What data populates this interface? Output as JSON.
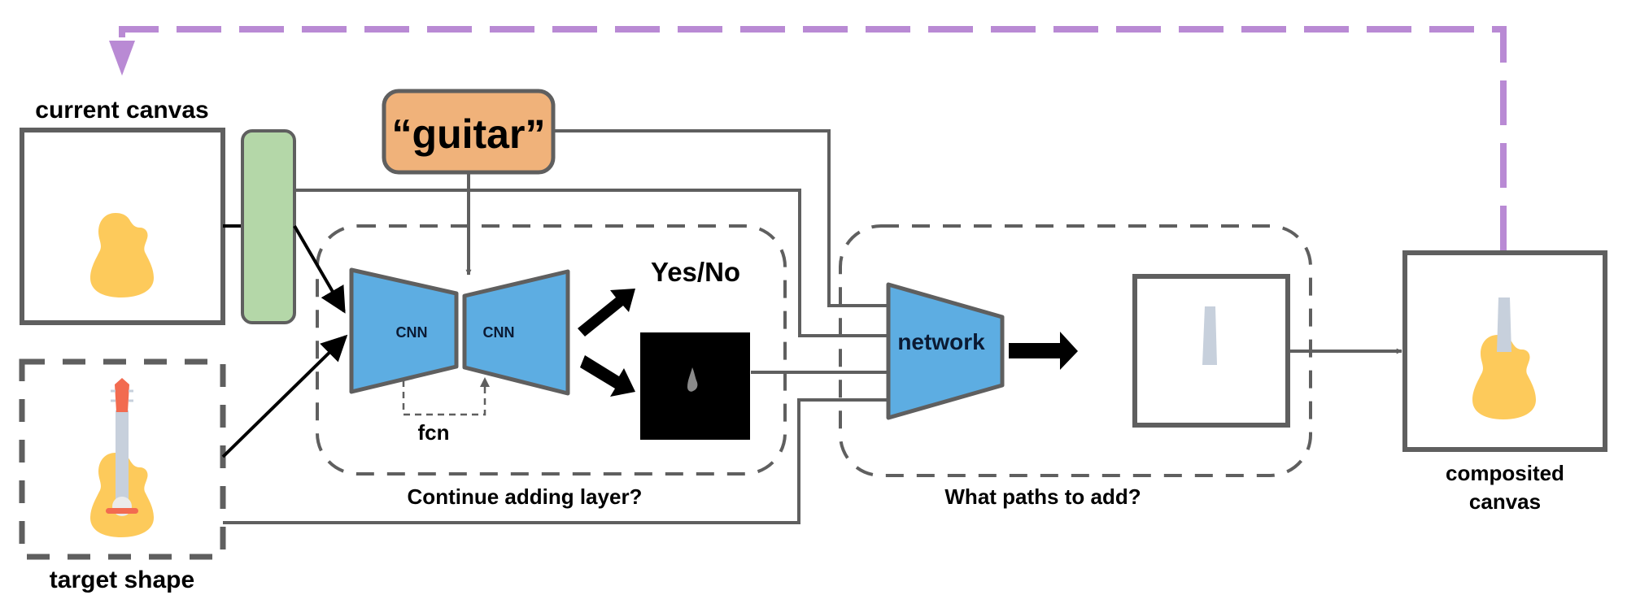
{
  "diagram": {
    "title": "Layer-wise drawing pipeline (guitar example)",
    "colors": {
      "frame": "#5f5f5f",
      "feedback_loop": "#b98ad4",
      "encoder_fill": "#b4d7a8",
      "prompt_fill": "#f0b27a",
      "network_fill": "#5dade2",
      "guitar_body": "#fdca5b",
      "guitar_neck": "#c7d0dc",
      "guitar_head": "#f26b50",
      "mask_bg": "#000000"
    },
    "nodes": {
      "current_canvas": {
        "label": "current canvas",
        "content": "guitar body (partial drawing)"
      },
      "target_shape": {
        "label": "target shape",
        "content": "full guitar icon"
      },
      "encoder": {
        "label": ""
      },
      "prompt": {
        "label": "“guitar”"
      },
      "cnn_encoder": {
        "label": "CNN"
      },
      "cnn_decoder": {
        "label": "CNN"
      },
      "fcn": {
        "label": "fcn"
      },
      "yes_no": {
        "label": "Yes/No"
      },
      "mask_output": {
        "content": "predicted region mask (black with small gray blob)"
      },
      "network": {
        "label": "network"
      },
      "paths_output": {
        "content": "guitar neck path"
      },
      "composited_canvas": {
        "label_line1": "composited",
        "label_line2": "canvas",
        "content": "guitar body + neck"
      }
    },
    "groups": {
      "continue_module": {
        "caption": "Continue adding layer?"
      },
      "paths_module": {
        "caption": "What paths to add?"
      }
    },
    "edges": [
      {
        "from": "current_canvas",
        "to": "encoder",
        "style": "solid"
      },
      {
        "from": "encoder",
        "to": "cnn_encoder",
        "style": "arrow"
      },
      {
        "from": "target_shape",
        "to": "cnn_encoder",
        "style": "arrow"
      },
      {
        "from": "prompt",
        "to": "cnn_decoder",
        "style": "arrow"
      },
      {
        "from": "cnn_encoder",
        "to": "cnn_decoder",
        "label": "fcn",
        "style": "dashed"
      },
      {
        "from": "cnn_decoder",
        "to": "yes_no",
        "style": "thick-arrow"
      },
      {
        "from": "cnn_decoder",
        "to": "mask_output",
        "style": "thick-arrow"
      },
      {
        "from": "prompt",
        "to": "network",
        "style": "arrow"
      },
      {
        "from": "encoder",
        "to": "network",
        "style": "arrow"
      },
      {
        "from": "mask_output",
        "to": "network",
        "style": "arrow"
      },
      {
        "from": "target_shape",
        "to": "network",
        "style": "arrow"
      },
      {
        "from": "network",
        "to": "paths_output",
        "style": "thick-arrow"
      },
      {
        "from": "paths_output",
        "to": "composited_canvas",
        "style": "arrow"
      },
      {
        "from": "composited_canvas",
        "to": "current_canvas",
        "style": "dashed-feedback"
      }
    ]
  }
}
